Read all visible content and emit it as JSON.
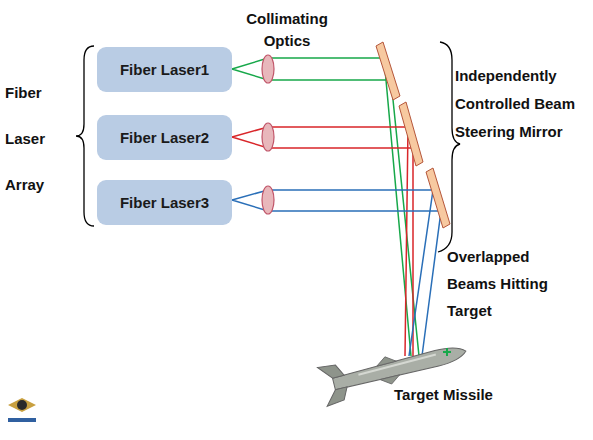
{
  "diagram": {
    "nodes": [
      {
        "text": [
          "Fiber Laser1"
        ]
      },
      {
        "text": [
          "Fiber Laser2"
        ]
      },
      {
        "text": [
          "Fiber Laser3"
        ]
      }
    ],
    "labels": [
      "Fiber Laser Array",
      "Collimating Optics",
      "Independently Controlled Beam Steering Mirror",
      "Overlapped Beams Hitting Target",
      "Target Missile"
    ]
  }
}
